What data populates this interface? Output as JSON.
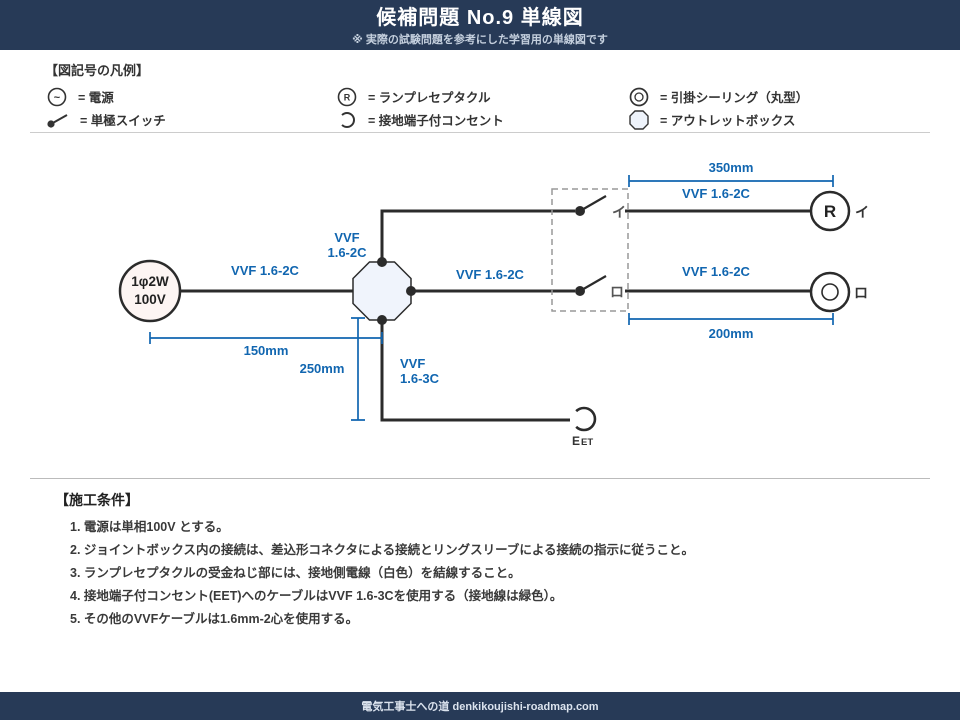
{
  "header": {
    "title": "候補問題 No.9  単線図",
    "subtitle": "※ 実際の試験問題を参考にした学習用の単線図です"
  },
  "legend": {
    "heading": "【図記号の凡例】",
    "items": [
      {
        "icon": "power-source-icon",
        "label": "= 電源"
      },
      {
        "icon": "single-pole-switch-icon",
        "label": "= 単極スイッチ"
      },
      {
        "icon": "lamp-receptacle-icon",
        "label": "= ランプレセプタクル"
      },
      {
        "icon": "grounded-outlet-icon",
        "label": "= 接地端子付コンセント"
      },
      {
        "icon": "ceiling-rosette-icon",
        "label": "= 引掛シーリング（丸型）"
      },
      {
        "icon": "outlet-box-icon",
        "label": "= アウトレットボックス"
      }
    ]
  },
  "symbols": {
    "power_tilde": "~",
    "receptacle_r": "R"
  },
  "diagram": {
    "power_source": {
      "line1": "1φ2W",
      "line2": "100V"
    },
    "labels": {
      "cable_left": "VVF 1.6-2C",
      "cable_up_1": "VVF",
      "cable_up_2": "1.6-2C",
      "cable_mid": "VVF 1.6-2C",
      "cable_sw1_out": "VVF 1.6-2C",
      "cable_sw2_out": "VVF 1.6-2C",
      "cable_eet_1": "VVF",
      "cable_eet_2": "1.6-3C"
    },
    "dimensions": {
      "d350": "350mm",
      "d200": "200mm",
      "d150": "150mm",
      "d250": "250mm"
    },
    "tags": {
      "switch1": "イ",
      "switch2": "ロ",
      "receptacle": "イ",
      "ceiling": "ロ"
    },
    "eet": {
      "main": "E",
      "sub": "ET"
    }
  },
  "conditions": {
    "heading": "【施工条件】",
    "items": [
      "1. 電源は単相100V とする。",
      "2. ジョイントボックス内の接続は、差込形コネクタによる接続とリングスリーブによる接続の指示に従うこと。",
      "3. ランプレセプタクルの受金ねじ部には、接地側電線（白色）を結線すること。",
      "4. 接地端子付コンセント(EET)へのケーブルはVVF 1.6-3Cを使用する（接地線は緑色）。",
      "5. その他のVVFケーブルは1.6mm-2心を使用する。"
    ]
  },
  "footer": {
    "text": "電気工事士への道  denkikoujishi-roadmap.com"
  },
  "colors": {
    "navy": "#273a57",
    "accent_blue": "#1166b0",
    "wire": "#2b2b2b"
  }
}
